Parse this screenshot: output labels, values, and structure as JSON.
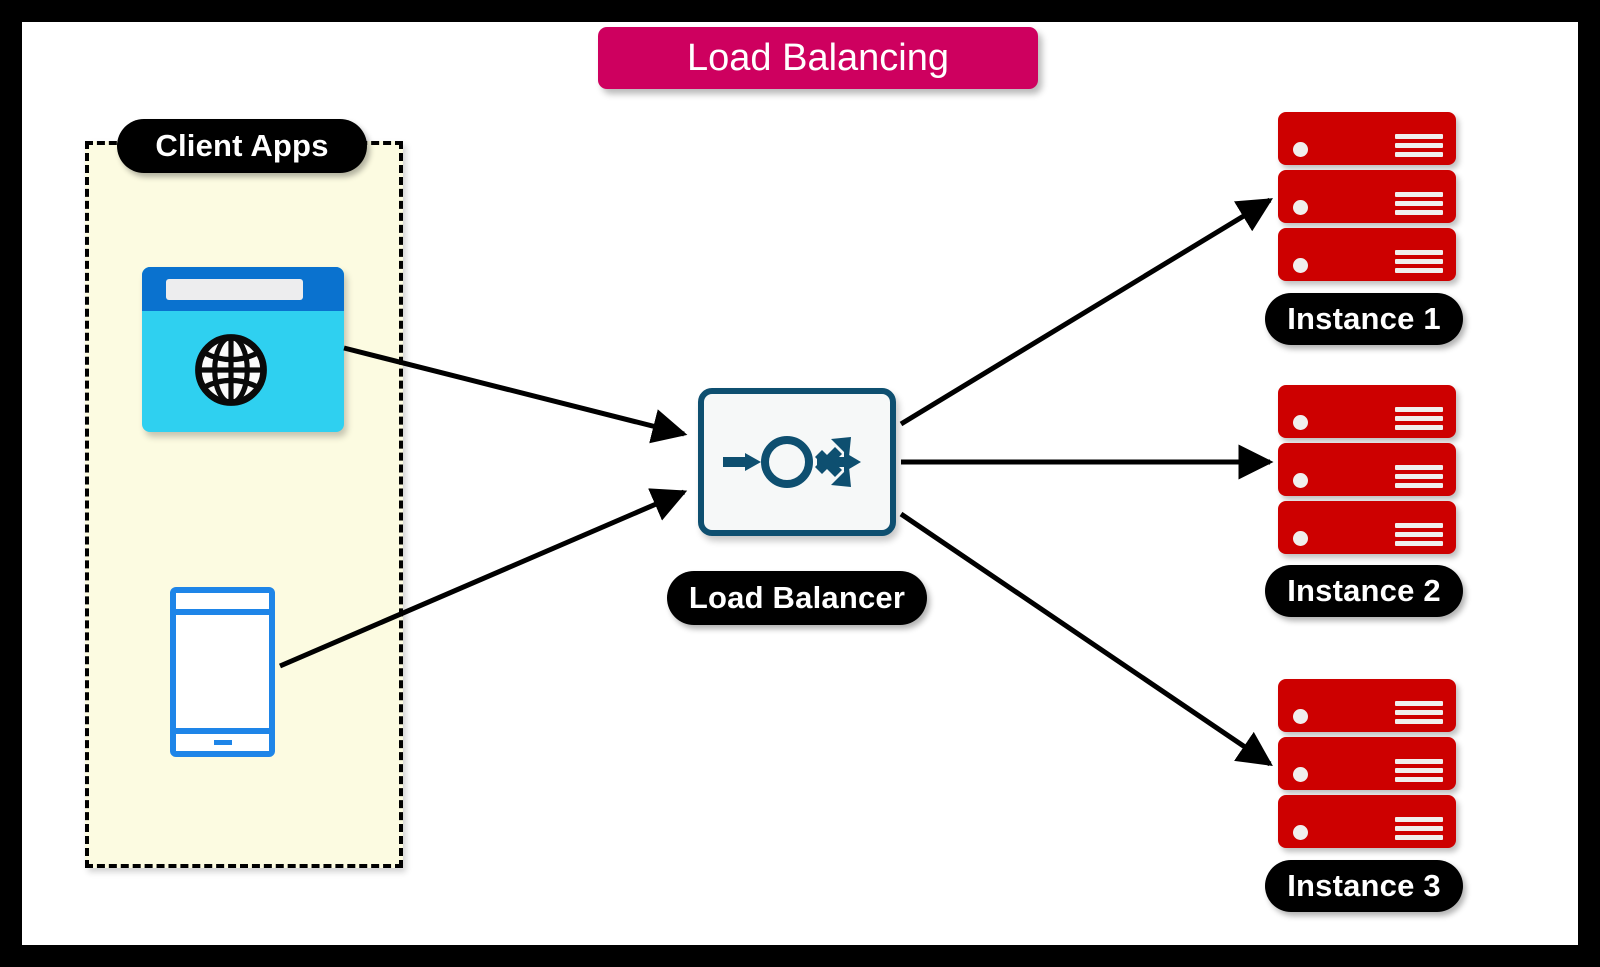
{
  "diagram": {
    "title": "Load Balancing",
    "title_bg_color": "#CE005F",
    "frame_color": "#000000",
    "canvas_color": "#FFFFFF"
  },
  "client_group": {
    "label": "Client Apps",
    "bg_color": "#FCFBE1",
    "border_style": "dashed",
    "border_color": "#000000",
    "devices": [
      {
        "name": "browser-window",
        "icon": "globe-icon",
        "titlebar_color": "#0A72CF",
        "body_color": "#2FD0F0"
      },
      {
        "name": "mobile-phone",
        "icon": "phone-icon",
        "outline_color": "#1E85E8"
      }
    ]
  },
  "load_balancer": {
    "label": "Load Balancer",
    "icon": "load-balancer-distribute-icon",
    "box_fill": "#F6F8F8",
    "box_border_color": "#0E4F70",
    "glyph_color": "#0E4F70"
  },
  "backends": {
    "server_color": "#CD0000",
    "items": [
      {
        "label": "Instance 1",
        "units": 3
      },
      {
        "label": "Instance 2",
        "units": 3
      },
      {
        "label": "Instance 3",
        "units": 3
      }
    ]
  },
  "connections": [
    {
      "from": "browser-window",
      "to": "load-balancer"
    },
    {
      "from": "mobile-phone",
      "to": "load-balancer"
    },
    {
      "from": "load-balancer",
      "to": "Instance 1"
    },
    {
      "from": "load-balancer",
      "to": "Instance 2"
    },
    {
      "from": "load-balancer",
      "to": "Instance 3"
    }
  ]
}
